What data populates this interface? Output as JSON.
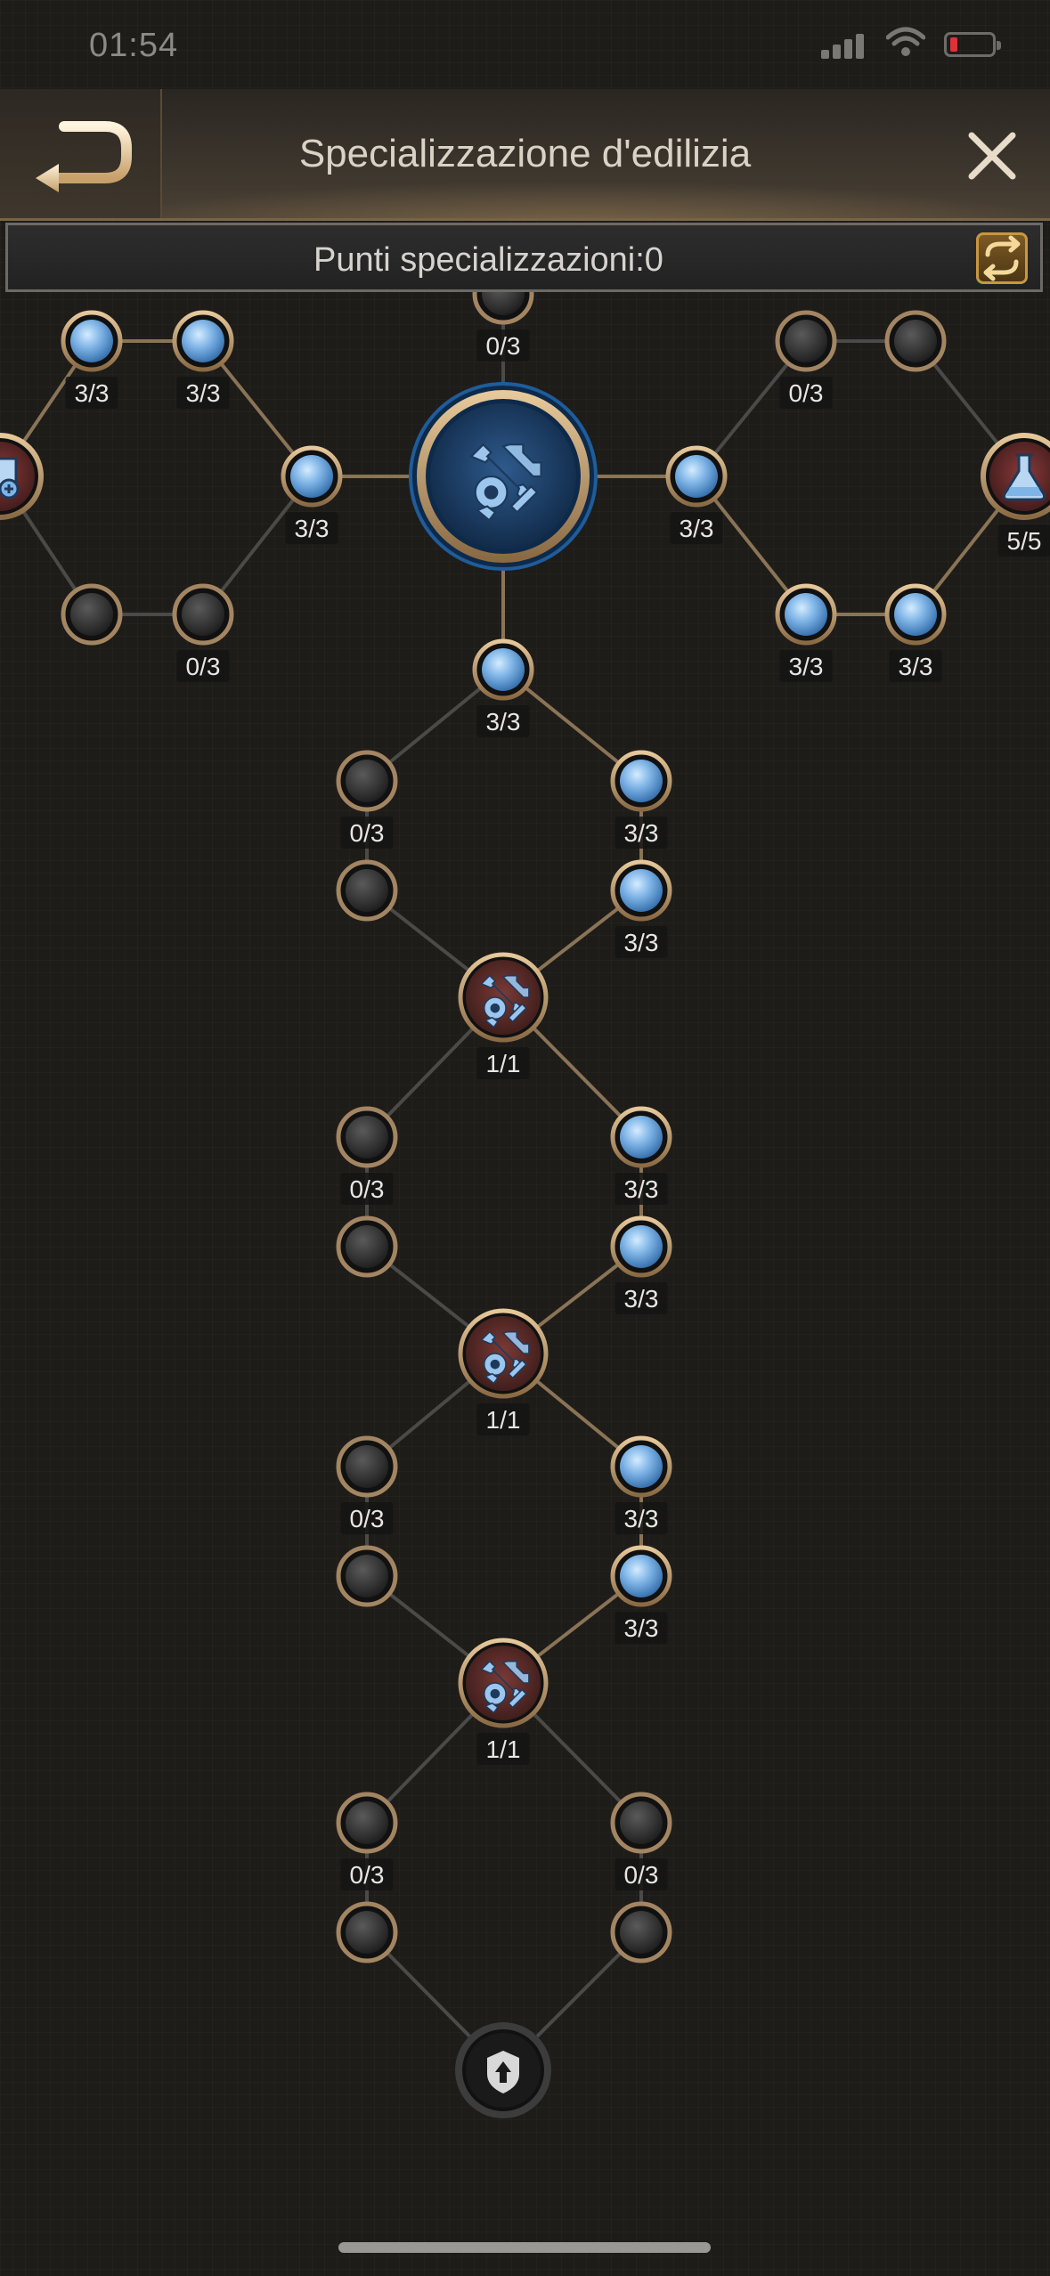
{
  "status_bar": {
    "time": "01:54",
    "battery_color": "#e0303a"
  },
  "header": {
    "title": "Specializzazione d'edilizia",
    "back_icon": "back-arrow-icon",
    "close_icon": "close-icon"
  },
  "points_bar": {
    "label": "Punti specializzazioni:0",
    "reset_icon": "reset-swap-icon"
  },
  "colors": {
    "active_node": "#7fb4e6",
    "inactive_node": "#3a3a3a",
    "ring": "#b8956a",
    "line": "#8a7456",
    "line_inactive": "#4a4a48"
  },
  "tree": {
    "nodes": [
      {
        "id": "top-partial",
        "kind": "small",
        "state": "inactive",
        "label": "0/3"
      },
      {
        "id": "center-hub",
        "kind": "hub",
        "state": "active",
        "label": "",
        "icon": "wrench-gear-icon"
      },
      {
        "id": "left-1",
        "kind": "small",
        "state": "active",
        "label": "3/3"
      },
      {
        "id": "left-2",
        "kind": "small",
        "state": "active",
        "label": "3/3"
      },
      {
        "id": "left-3",
        "kind": "small",
        "state": "active",
        "label": "3/3"
      },
      {
        "id": "left-4",
        "kind": "small",
        "state": "inactive",
        "label": ""
      },
      {
        "id": "left-5",
        "kind": "small",
        "state": "inactive",
        "label": "0/3"
      },
      {
        "id": "left-edge",
        "kind": "special",
        "state": "active",
        "label": "",
        "icon": "building-plus-icon"
      },
      {
        "id": "right-1",
        "kind": "small",
        "state": "active",
        "label": "3/3"
      },
      {
        "id": "right-2",
        "kind": "small",
        "state": "inactive",
        "label": "0/3"
      },
      {
        "id": "right-3",
        "kind": "small",
        "state": "inactive",
        "label": ""
      },
      {
        "id": "right-4",
        "kind": "small",
        "state": "active",
        "label": "3/3"
      },
      {
        "id": "right-5",
        "kind": "small",
        "state": "active",
        "label": "3/3"
      },
      {
        "id": "right-edge",
        "kind": "special",
        "state": "active",
        "label": "5/5",
        "icon": "flask-icon"
      },
      {
        "id": "trunk-1",
        "kind": "small",
        "state": "active",
        "label": "3/3"
      },
      {
        "id": "b1-left-a",
        "kind": "small",
        "state": "inactive",
        "label": "0/3"
      },
      {
        "id": "b1-right-a",
        "kind": "small",
        "state": "active",
        "label": "3/3"
      },
      {
        "id": "b1-left-b",
        "kind": "small",
        "state": "inactive",
        "label": ""
      },
      {
        "id": "b1-right-b",
        "kind": "small",
        "state": "active",
        "label": "3/3"
      },
      {
        "id": "gear-1",
        "kind": "medium",
        "state": "active",
        "label": "1/1",
        "icon": "wrench-gear-icon"
      },
      {
        "id": "b2-left-a",
        "kind": "small",
        "state": "inactive",
        "label": "0/3"
      },
      {
        "id": "b2-right-a",
        "kind": "small",
        "state": "active",
        "label": "3/3"
      },
      {
        "id": "b2-left-b",
        "kind": "small",
        "state": "inactive",
        "label": ""
      },
      {
        "id": "b2-right-b",
        "kind": "small",
        "state": "active",
        "label": "3/3"
      },
      {
        "id": "gear-2",
        "kind": "medium",
        "state": "active",
        "label": "1/1",
        "icon": "wrench-gear-icon"
      },
      {
        "id": "b3-left-a",
        "kind": "small",
        "state": "inactive",
        "label": "0/3"
      },
      {
        "id": "b3-right-a",
        "kind": "small",
        "state": "active",
        "label": "3/3"
      },
      {
        "id": "b3-left-b",
        "kind": "small",
        "state": "inactive",
        "label": ""
      },
      {
        "id": "b3-right-b",
        "kind": "small",
        "state": "active",
        "label": "3/3"
      },
      {
        "id": "gear-3",
        "kind": "medium",
        "state": "active",
        "label": "1/1",
        "icon": "wrench-gear-icon"
      },
      {
        "id": "b4-left-a",
        "kind": "small",
        "state": "inactive",
        "label": "0/3"
      },
      {
        "id": "b4-right-a",
        "kind": "small",
        "state": "inactive",
        "label": "0/3"
      },
      {
        "id": "b4-left-b",
        "kind": "small",
        "state": "inactive",
        "label": ""
      },
      {
        "id": "b4-right-b",
        "kind": "small",
        "state": "inactive",
        "label": ""
      },
      {
        "id": "final-node",
        "kind": "locked",
        "state": "inactive",
        "label": "",
        "icon": "shield-arrow-icon"
      }
    ],
    "edges": [
      [
        "top-partial",
        "center-hub"
      ],
      [
        "center-hub",
        "left-3"
      ],
      [
        "left-3",
        "left-2"
      ],
      [
        "left-2",
        "left-1"
      ],
      [
        "left-1",
        "left-edge"
      ],
      [
        "left-3",
        "left-5"
      ],
      [
        "left-5",
        "left-4"
      ],
      [
        "left-4",
        "left-edge"
      ],
      [
        "center-hub",
        "right-1"
      ],
      [
        "right-1",
        "right-2"
      ],
      [
        "right-2",
        "right-3"
      ],
      [
        "right-3",
        "right-edge"
      ],
      [
        "right-1",
        "right-4"
      ],
      [
        "right-4",
        "right-5"
      ],
      [
        "right-5",
        "right-edge"
      ],
      [
        "center-hub",
        "trunk-1"
      ],
      [
        "trunk-1",
        "b1-left-a"
      ],
      [
        "trunk-1",
        "b1-right-a"
      ],
      [
        "b1-left-a",
        "b1-left-b"
      ],
      [
        "b1-right-a",
        "b1-right-b"
      ],
      [
        "b1-left-b",
        "gear-1"
      ],
      [
        "b1-right-b",
        "gear-1"
      ],
      [
        "gear-1",
        "b2-left-a"
      ],
      [
        "gear-1",
        "b2-right-a"
      ],
      [
        "b2-left-a",
        "b2-left-b"
      ],
      [
        "b2-right-a",
        "b2-right-b"
      ],
      [
        "b2-left-b",
        "gear-2"
      ],
      [
        "b2-right-b",
        "gear-2"
      ],
      [
        "gear-2",
        "b3-left-a"
      ],
      [
        "gear-2",
        "b3-right-a"
      ],
      [
        "b3-left-a",
        "b3-left-b"
      ],
      [
        "b3-right-a",
        "b3-right-b"
      ],
      [
        "b3-left-b",
        "gear-3"
      ],
      [
        "b3-right-b",
        "gear-3"
      ],
      [
        "gear-3",
        "b4-left-a"
      ],
      [
        "gear-3",
        "b4-right-a"
      ],
      [
        "b4-left-a",
        "b4-left-b"
      ],
      [
        "b4-right-a",
        "b4-right-b"
      ],
      [
        "b4-left-b",
        "final-node"
      ],
      [
        "b4-right-b",
        "final-node"
      ]
    ]
  }
}
